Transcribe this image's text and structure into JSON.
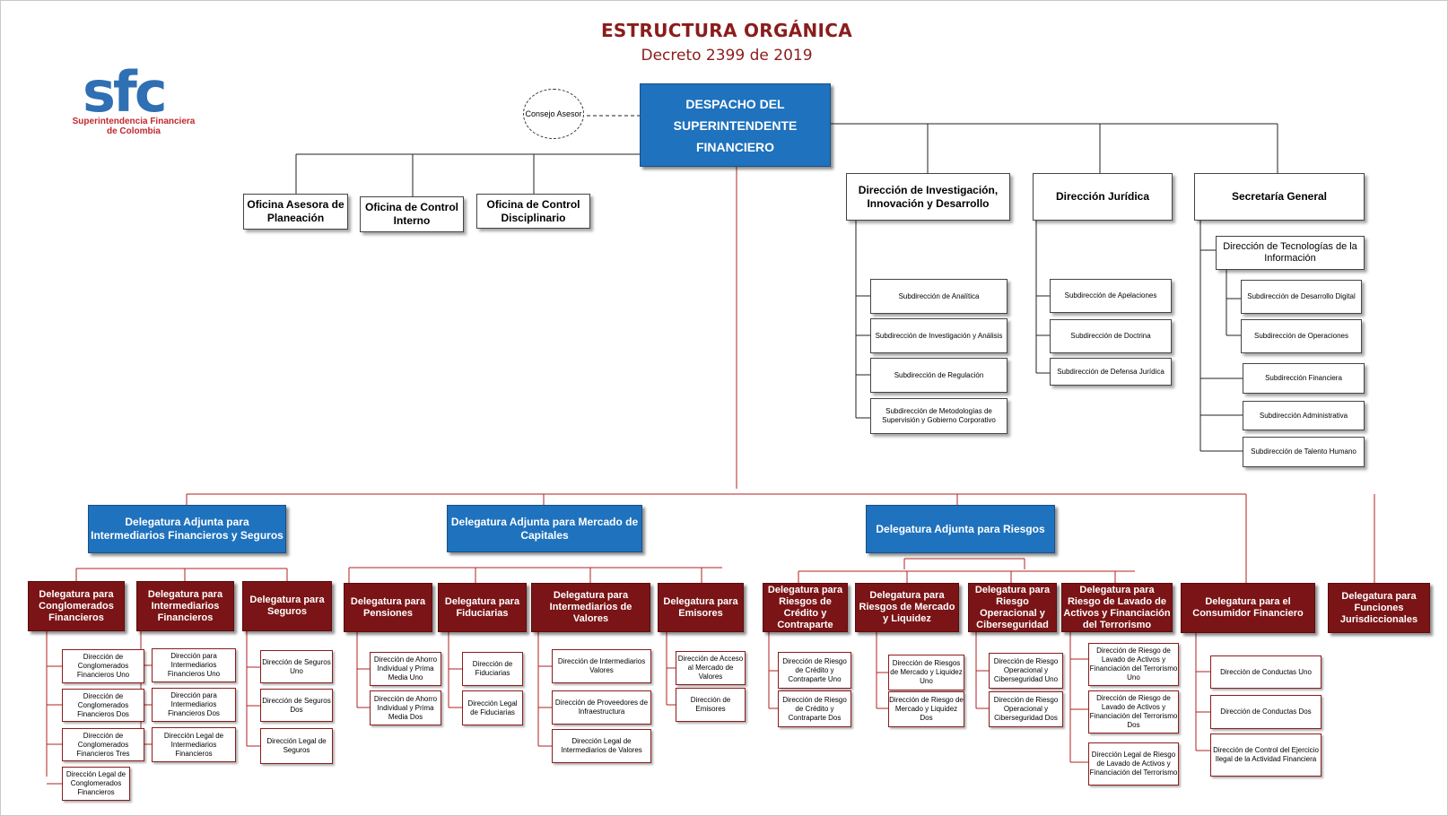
{
  "header": {
    "title": "ESTRUCTURA ORGÁNICA",
    "subtitle": "Decreto 2399 de 2019"
  },
  "logo": {
    "letters": "sfc",
    "line1": "Superintendencia Financiera",
    "line2": "de Colombia"
  },
  "colors": {
    "blue": "#1f72bd",
    "dark_red": "#7b1416",
    "title_red": "#8b1c1c",
    "line_red": "#b22222"
  },
  "consejo": "Consejo Asesor",
  "despacho": "DESPACHO DEL SUPERINTENDENTE FINANCIERO",
  "oficinas": [
    "Oficina Asesora de Planeación",
    "Oficina de Control Interno",
    "Oficina de Control Disciplinario"
  ],
  "direcciones_top": {
    "investigacion": {
      "title": "Dirección de Investigación, Innovación y Desarrollo",
      "subs": [
        "Subdirección de Analítica",
        "Subdirección de Investigación y Análisis",
        "Subdirección de Regulación",
        "Subdirección de Metodologías de Supervisión y Gobierno Corporativo"
      ]
    },
    "juridica": {
      "title": "Dirección Jurídica",
      "subs": [
        "Subdirección de Apelaciones",
        "Subdirección de Doctrina",
        "Subdirección de Defensa Jurídica"
      ]
    },
    "secretaria": {
      "title": "Secretaría General",
      "tecnologias": "Dirección de Tecnologías de la Información",
      "tec_subs": [
        "Subdirección de Desarrollo Digital",
        "Subdirección de Operaciones"
      ],
      "subs": [
        "Subdirección Financiera",
        "Subdirección Administrativa",
        "Subdirección de Talento Humano"
      ]
    }
  },
  "adjuntas": {
    "intermediarios": {
      "title": "Delegatura Adjunta para Intermediarios Financieros y Seguros",
      "delegaturas": [
        {
          "title": "Delegatura para Conglomerados Financieros",
          "dirs": [
            "Dirección de Conglomerados Financieros Uno",
            "Dirección de Conglomerados Financieros Dos",
            "Dirección de Conglomerados Financieros Tres",
            "Dirección Legal de Conglomerados Financieros"
          ]
        },
        {
          "title": "Delegatura para Intermediarios Financieros",
          "dirs": [
            "Dirección para Intermediarios Financieros Uno",
            "Dirección para Intermediarios Financieros Dos",
            "Dirección Legal de Intermediarios Financieros"
          ]
        },
        {
          "title": "Delegatura para Seguros",
          "dirs": [
            "Dirección de Seguros Uno",
            "Dirección de Seguros Dos",
            "Dirección Legal de Seguros"
          ]
        }
      ]
    },
    "mercado": {
      "title": "Delegatura Adjunta para Mercado de Capitales",
      "delegaturas": [
        {
          "title": "Delegatura para Pensiones",
          "dirs": [
            "Dirección de Ahorro Individual y Prima Media Uno",
            "Dirección de Ahorro Individual y Prima Media Dos"
          ]
        },
        {
          "title": "Delegatura para Fiduciarias",
          "dirs": [
            "Dirección de Fiduciarias",
            "Dirección Legal de Fiduciarias"
          ]
        },
        {
          "title": "Delegatura para Intermediarios de Valores",
          "dirs": [
            "Dirección de Intermediarios Valores",
            "Dirección de Proveedores de Infraestructura",
            "Dirección Legal de Intermediarios de Valores"
          ]
        },
        {
          "title": "Delegatura para Emisores",
          "dirs": [
            "Dirección de Acceso al Mercado de Valores",
            "Dirección de Emisores"
          ]
        }
      ]
    },
    "riesgos": {
      "title": "Delegatura Adjunta para Riesgos",
      "delegaturas": [
        {
          "title": "Delegatura para Riesgos de Crédito y Contraparte",
          "dirs": [
            "Dirección de Riesgo de Crédito y Contraparte Uno",
            "Dirección de Riesgo de Crédito y Contraparte Dos"
          ]
        },
        {
          "title": "Delegatura para Riesgos de Mercado y Liquidez",
          "dirs": [
            "Dirección de Riesgos de Mercado y Liquidez Uno",
            "Dirección de Riesgo de Mercado y Liquidez Dos"
          ]
        },
        {
          "title": "Delegatura para Riesgo Operacional y Ciberseguridad",
          "dirs": [
            "Dirección de Riesgo Operacional y Ciberseguridad Uno",
            "Dirección de Riesgo Operacional y Ciberseguridad Dos"
          ]
        },
        {
          "title": "Delegatura para Riesgo de Lavado de Activos y Financiación del Terrorismo",
          "dirs": [
            "Dirección de Riesgo de Lavado de Activos y Financiación del Terrorismo Uno",
            "Dirección de Riesgo de Lavado de Activos y Financiación del Terrorismo Dos",
            "Dirección Legal de Riesgo de Lavado de Activos y Financiación del Terrorismo"
          ]
        }
      ]
    }
  },
  "consumidor": {
    "title": "Delegatura para el Consumidor Financiero",
    "dirs": [
      "Dirección de Conductas Uno",
      "Dirección de Conductas Dos",
      "Dirección de Control del Ejercicio Ilegal de la Actividad Financiera"
    ]
  },
  "jurisdiccionales": "Delegatura para Funciones Jurisdiccionales"
}
